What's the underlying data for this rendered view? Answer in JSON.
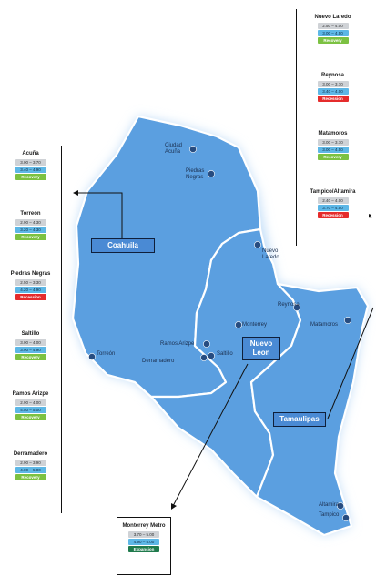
{
  "colors": {
    "state_fill": "#5b9fe0",
    "state_glow": "#bfdcf7",
    "border": "#ffffff",
    "city_dot": "#274c80",
    "recovery": "#7cc142",
    "recession": "#e52c2c",
    "expansion": "#1f7a4c",
    "pill_gray": "#cfd2d6",
    "pill_blue": "#5db7e6"
  },
  "regions": {
    "coahuila": "Coahuila",
    "nuevo_leon": "Nuevo\nLeon",
    "tamaulipas": "Tamaulipas"
  },
  "cities": [
    {
      "id": "acuna",
      "name": "Ciudad\nAcuña"
    },
    {
      "id": "piedras-negras",
      "name": "Piedras\nNegras"
    },
    {
      "id": "nuevo-laredo",
      "name": "Nuevo\nLaredo"
    },
    {
      "id": "reynosa",
      "name": "Reynosa"
    },
    {
      "id": "matamoros",
      "name": "Matamoros"
    },
    {
      "id": "monterrey",
      "name": "Monterrey"
    },
    {
      "id": "torreon",
      "name": "Torreón"
    },
    {
      "id": "ramos-arizpe",
      "name": "Ramos Arizpe"
    },
    {
      "id": "saltillo",
      "name": "Saltillo"
    },
    {
      "id": "derramadero",
      "name": "Derramadero"
    },
    {
      "id": "altamira",
      "name": "Altamira"
    },
    {
      "id": "tampico",
      "name": "Tampico"
    }
  ],
  "panels": {
    "left": [
      {
        "title": "Acuña",
        "range1": "3.00 – 3.70",
        "range2": "3.40 – 4.90",
        "status": "Recovery",
        "status_type": "recovery"
      },
      {
        "title": "Torreón",
        "range1": "2.90 – 4.30",
        "range2": "3.20 – 4.30",
        "status": "Recovery",
        "status_type": "recovery"
      },
      {
        "title": "Piedras Negras",
        "range1": "2.50 – 3.30",
        "range2": "4.20 – 4.90",
        "status": "Recession",
        "status_type": "recession"
      },
      {
        "title": "Saltillo",
        "range1": "3.00 – 4.00",
        "range2": "3.90 – 4.90",
        "status": "Recovery",
        "status_type": "recovery"
      },
      {
        "title": "Ramos Arizpe",
        "range1": "2.90 – 4.00",
        "range2": "4.50 – 5.00",
        "status": "Recovery",
        "status_type": "recovery"
      },
      {
        "title": "Derramadero",
        "range1": "2.90 – 3.90",
        "range2": "4.00 – 5.00",
        "status": "Recovery",
        "status_type": "recovery"
      }
    ],
    "right": [
      {
        "title": "Nuevo Laredo",
        "range1": "2.50 – 4.00",
        "range2": "3.00 – 4.50",
        "status": "Recovery",
        "status_type": "recovery"
      },
      {
        "title": "Reynosa",
        "range1": "3.00 – 3.70",
        "range2": "3.40 – 4.00",
        "status": "Recession",
        "status_type": "recession"
      },
      {
        "title": "Matamoros",
        "range1": "3.00 – 3.70",
        "range2": "3.00 – 4.50",
        "status": "Recovery",
        "status_type": "recovery"
      },
      {
        "title": "Tampico/Altamira",
        "range1": "2.40 – 4.00",
        "range2": "3.70 – 4.50",
        "status": "Recession",
        "status_type": "recession"
      }
    ],
    "bottom": [
      {
        "title": "Monterrey Metro",
        "range1": "3.70 – 5.00",
        "range2": "4.90 – 5.00",
        "status": "Expansion",
        "status_type": "expansion"
      }
    ]
  }
}
